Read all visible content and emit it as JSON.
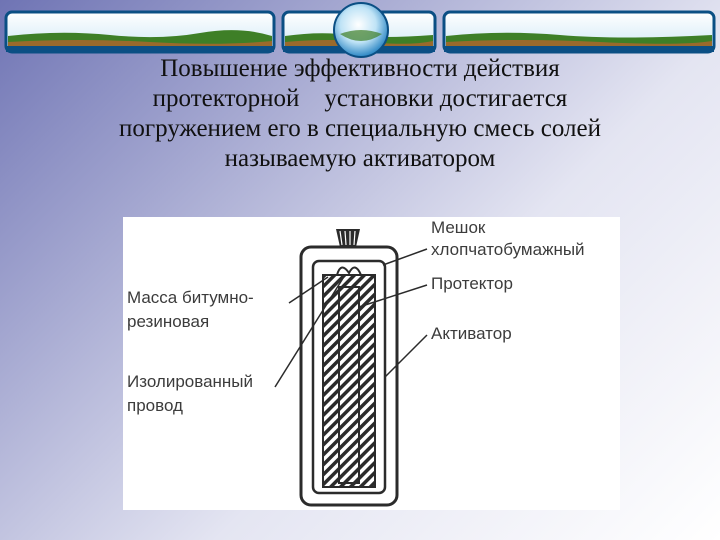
{
  "slide": {
    "text_lines": [
      "Повышение эффективности действия",
      "протекторной    установки достигается",
      "погружением его в специальную смесь солей",
      "называемую активатором"
    ]
  },
  "diagram": {
    "labels": {
      "bag_line1": "Мешок",
      "bag_line2": "хлопчатобумажный",
      "protector": "Протектор",
      "activator": "Активатор",
      "mass_line1": "Масса битумно-",
      "mass_line2": "резиновая",
      "wire_line1": "Изолированный",
      "wire_line2": "провод"
    }
  },
  "colors": {
    "banner_bar": "#0b4f84",
    "land_green": "#3e7f27",
    "land_brown": "#9a6a2c",
    "sky": "#cfe8f6",
    "diagram_ink": "#2b2b2b"
  }
}
